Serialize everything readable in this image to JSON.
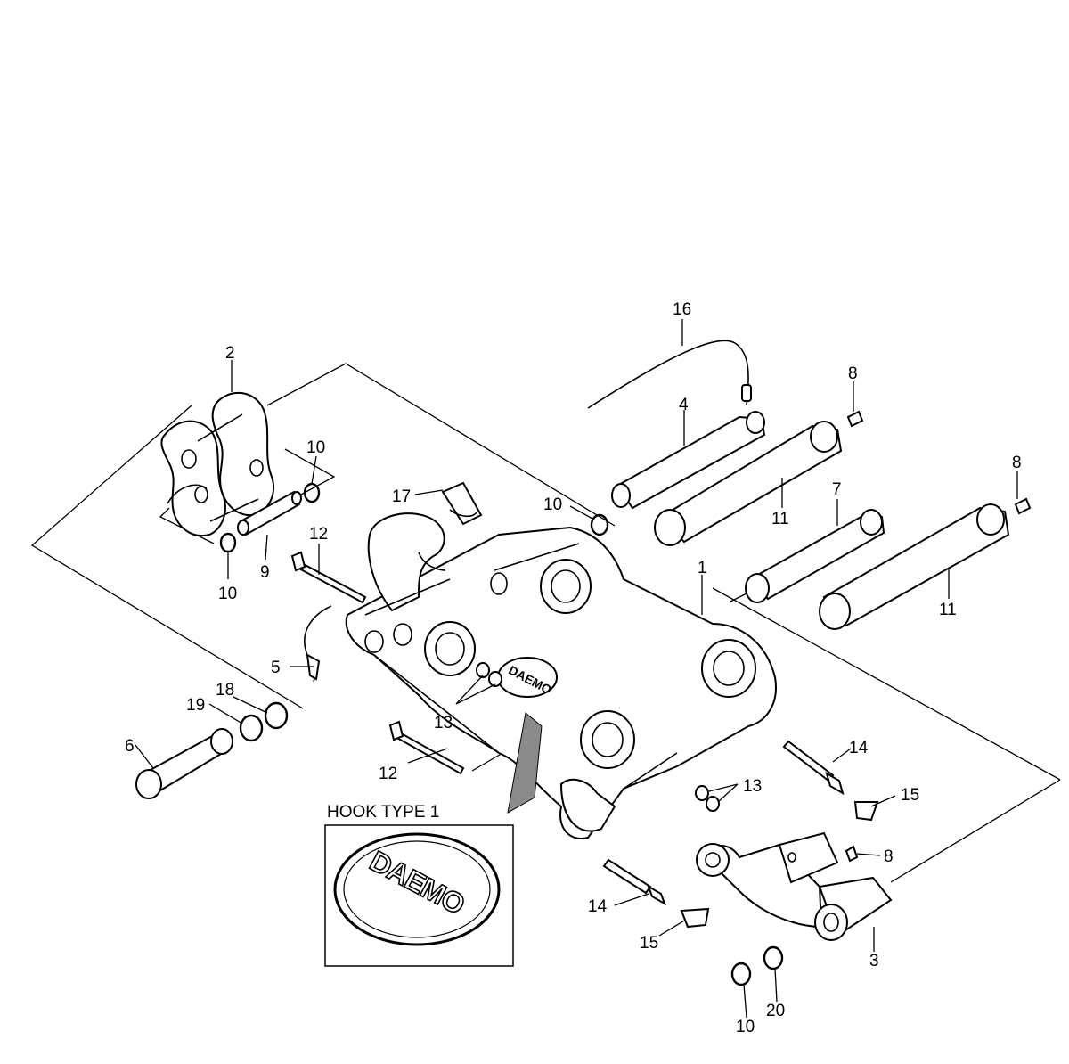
{
  "part_labels": {
    "p1": "1",
    "p2": "2",
    "p3": "3",
    "p4": "4",
    "p5": "5",
    "p6": "6",
    "p7": "7",
    "p8a": "8",
    "p8b": "8",
    "p8c": "8",
    "p9": "9",
    "p10a": "10",
    "p10b": "10",
    "p10c": "10",
    "p10d": "10",
    "p11a": "11",
    "p11b": "11",
    "p12a": "12",
    "p12b": "12",
    "p13a": "13",
    "p13b": "13",
    "p14a": "14",
    "p14b": "14",
    "p15a": "15",
    "p15b": "15",
    "p16": "16",
    "p17": "17",
    "p18": "18",
    "p19": "19",
    "p20": "20"
  },
  "inset": {
    "title": "HOOK TYPE 1",
    "logo_text": "DAEMO"
  },
  "plate_logo_text": "DAEMO"
}
